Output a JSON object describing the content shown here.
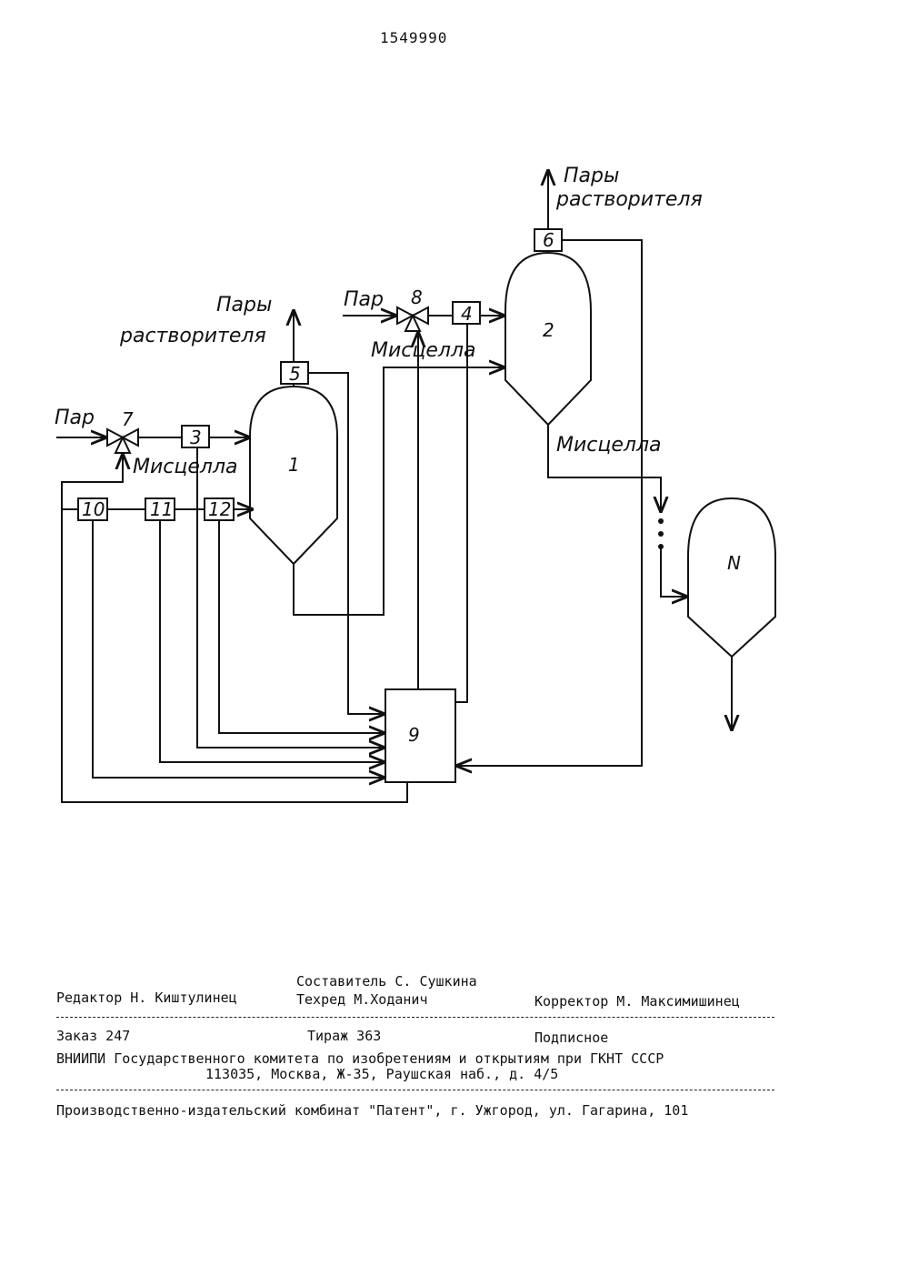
{
  "header": {
    "patent_number": "1549990"
  },
  "diagram": {
    "labels": {
      "solvent_vapors_1_line1": "Пары",
      "solvent_vapors_1_line2": "растворителя",
      "solvent_vapors_2_line1": "Пары",
      "solvent_vapors_2_line2": "растворителя",
      "steam_1": "Пар",
      "steam_2": "Пар",
      "miscella_1": "Мисцелла",
      "miscella_2": "Мисцелла",
      "miscella_3": "Мисцелла"
    },
    "vessels": {
      "v1": "1",
      "v2": "2",
      "vN": "N"
    },
    "blocks": {
      "b3": "3",
      "b4": "4",
      "b5": "5",
      "b6": "6",
      "b9": "9",
      "b10": "10",
      "b11": "11",
      "b12": "12"
    },
    "valves": {
      "v7": "7",
      "v8": "8"
    }
  },
  "footer": {
    "composer": "Составитель С. Сушкина",
    "editor": "Редактор Н. Киштулинец",
    "techred": "Техред М.Ходанич",
    "corrector": "Корректор М. Максимишинец",
    "order": "Заказ 247",
    "circulation": "Тираж 363",
    "subscription": "Подписное",
    "institute": "ВНИИПИ Государственного комитета по изобретениям и открытиям при ГКНТ СССР",
    "address": "113035, Москва, Ж-35, Раушская наб., д. 4/5",
    "publisher": "Производственно-издательский комбинат \"Патент\", г. Ужгород, ул. Гагарина, 101"
  }
}
